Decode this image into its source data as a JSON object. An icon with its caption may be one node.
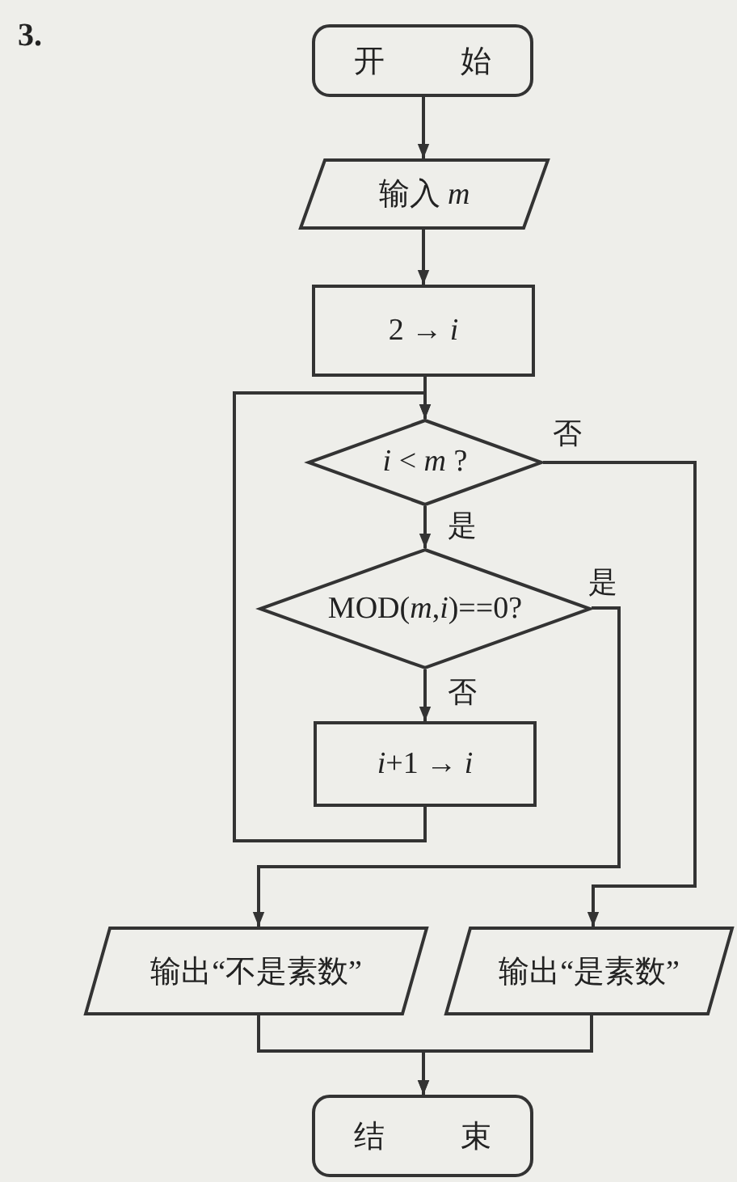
{
  "diagram": {
    "nodes": [
      {
        "text": [
          "开 始"
        ]
      },
      {
        "text": [
          "输入 *m*"
        ]
      },
      {
        "text": [
          "2 → *i*"
        ]
      },
      {
        "text": [
          "*i* < *m* ?"
        ]
      },
      {
        "text": [
          "MOD(*m*,*i*)==0?"
        ]
      },
      {
        "text": [
          "*i*+1 → *i*"
        ]
      },
      {
        "text": [
          "输出“不是素数”"
        ]
      },
      {
        "text": [
          "输出“是素数”"
        ]
      },
      {
        "text": [
          "结 束"
        ]
      }
    ],
    "edges": [
      {
        "from": 0,
        "to": 1,
        "arrow": "to"
      },
      {
        "from": 1,
        "to": 2,
        "arrow": "to"
      },
      {
        "from": 2,
        "to": 3,
        "arrow": "to"
      },
      {
        "from": 3,
        "to": 4,
        "arrow": "to",
        "label": "是"
      },
      {
        "from": 4,
        "to": 5,
        "arrow": "to",
        "label": "否"
      },
      {
        "from": 5,
        "to": 3,
        "arrow": "to"
      },
      {
        "from": 4,
        "to": 6,
        "arrow": "to",
        "label": "是"
      },
      {
        "from": 3,
        "to": 7,
        "arrow": "to",
        "label": "否"
      },
      {
        "from": 6,
        "to": 8,
        "arrow": "to"
      },
      {
        "from": 7,
        "to": 8,
        "arrow": "to"
      }
    ],
    "labels": [
      "3."
    ]
  }
}
